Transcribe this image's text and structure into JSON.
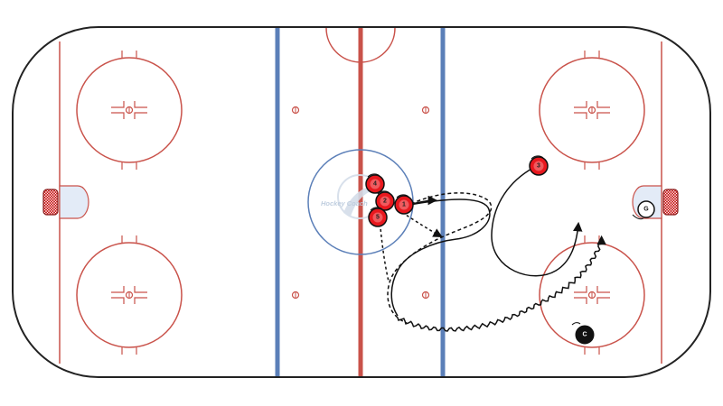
{
  "diagram": {
    "watermark_text": "Hockey Coach",
    "players": [
      {
        "label": "4"
      },
      {
        "label": "2"
      },
      {
        "label": "1"
      },
      {
        "label": "5"
      },
      {
        "label": "3"
      }
    ],
    "coach": {
      "label": "C"
    },
    "goalie": {
      "label": "G"
    },
    "colors": {
      "rink_line": "#c9524a",
      "blue_line": "#5b7fb8",
      "board": "#222222",
      "player_fill": "#e8181e",
      "coach_fill": "#111111",
      "goalie_fill": "#ffffff",
      "net_fill": "#cc2a2a",
      "crease_fill": "#e3ebf7",
      "path_stroke": "#111111"
    }
  }
}
